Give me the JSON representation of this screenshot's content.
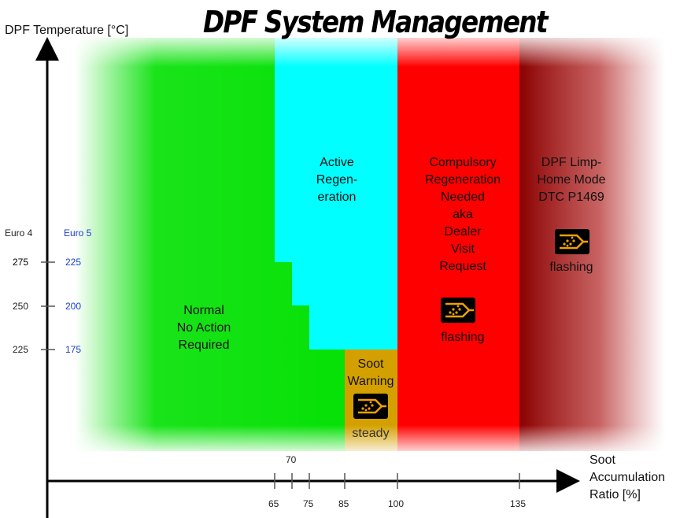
{
  "title": "DPF System Management",
  "y_axis_label": "DPF Temperature [°C]",
  "x_axis_label_lines": [
    "Soot",
    "Accumulation",
    "Ratio [%]"
  ],
  "euro4_label": "Euro 4",
  "euro5_label": "Euro 5",
  "y_ticks": [
    {
      "euro4": "275",
      "euro5": "225"
    },
    {
      "euro4": "250",
      "euro5": "200"
    },
    {
      "euro4": "225",
      "euro5": "175"
    }
  ],
  "x_ticks": [
    "65",
    "70",
    "75",
    "85",
    "100",
    "135"
  ],
  "zones": {
    "normal": {
      "lines": [
        "Normal",
        "No Action",
        "Required"
      ],
      "color": "#00e000"
    },
    "active": {
      "lines": [
        "Active",
        "Regen-",
        "eration"
      ],
      "color": "#00ffff"
    },
    "soot_warning": {
      "lines": [
        "Soot",
        "Warning"
      ],
      "status": "steady",
      "color": "#d4a000"
    },
    "compulsory": {
      "lines": [
        "Compulsory",
        "Regeneration",
        "Needed",
        "aka",
        "Dealer",
        "Visit",
        "Request"
      ],
      "status": "flashing",
      "color": "#ff0000"
    },
    "limp": {
      "lines": [
        "DPF Limp-",
        "Home Mode",
        "DTC P1469"
      ],
      "status": "flashing",
      "color": "#a00000"
    }
  },
  "colors": {
    "icon_bg": "#000000",
    "icon_fg": "#f0a000"
  }
}
